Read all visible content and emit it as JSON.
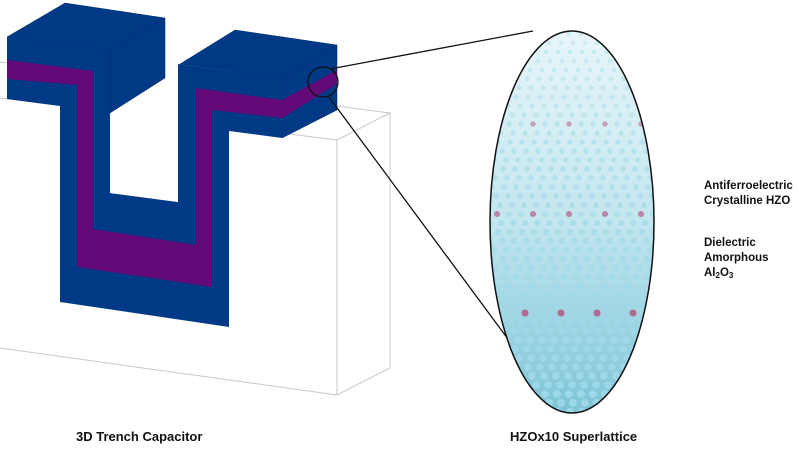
{
  "colors": {
    "electrode": "#003a87",
    "ferroelectric": "#640a78",
    "substrate_outline": "#c8c8c8",
    "atom_light": "#9fd9ea",
    "atom_dark": "#3a9fb5",
    "atom_mag": "#b0507a"
  },
  "left_caption": "3D Trench Capacitor",
  "right_caption": "HZOx10 Superlattice",
  "layers": [
    {
      "line1": "Antiferroelectric",
      "line2": "Crystalline HZO"
    },
    {
      "line1": "Dielectric",
      "line2_prefix": "Amorphous Al",
      "sub1": "2",
      "mid": "O",
      "sub2": "3"
    }
  ]
}
